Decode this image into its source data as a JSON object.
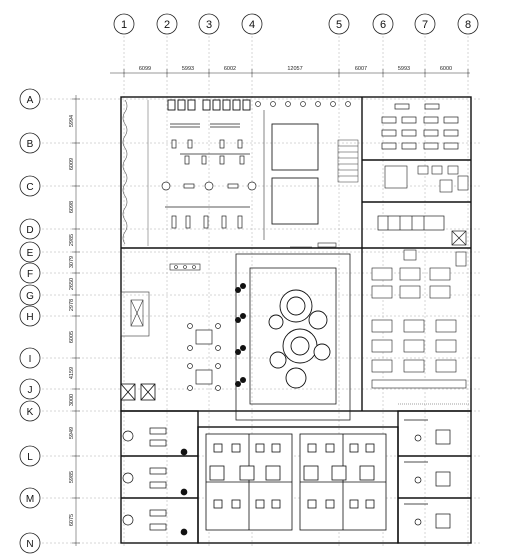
{
  "grid": {
    "columns": [
      "1",
      "2",
      "3",
      "4",
      "5",
      "6",
      "7",
      "8"
    ],
    "rows": [
      "A",
      "B",
      "C",
      "D",
      "E",
      "F",
      "G",
      "H",
      "I",
      "J",
      "K",
      "L",
      "M",
      "N"
    ],
    "column_dimensions": [
      "6099",
      "5993",
      "6002",
      "12057",
      "6007",
      "5993",
      "6000"
    ],
    "row_dimensions": [
      "5994",
      "6009",
      "6098",
      "2985",
      "3079",
      "2650",
      "2978",
      "6005",
      "4159",
      "3000",
      "5949",
      "5985",
      "6075"
    ]
  },
  "colors": {
    "ink": "#222222",
    "wall": "#111111",
    "background": "#ffffff"
  }
}
